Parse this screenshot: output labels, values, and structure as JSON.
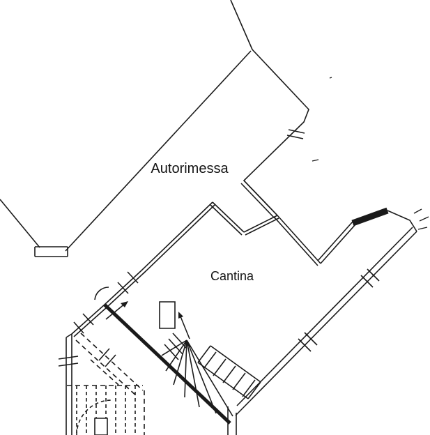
{
  "page": {
    "background": "#ffffff"
  },
  "floorplan": {
    "type": "floor-plan",
    "line_color": "#1a1a1a",
    "rooms": [
      {
        "id": "autorimessa",
        "label": "Autorimessa"
      },
      {
        "id": "cantina",
        "label": "Cantina"
      }
    ]
  }
}
